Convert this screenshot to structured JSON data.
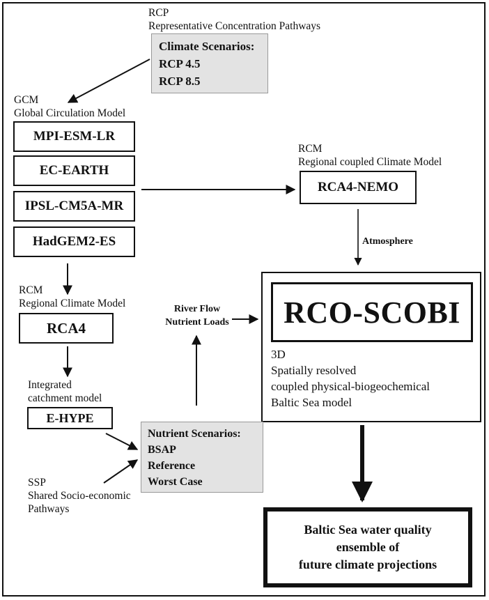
{
  "rcp": {
    "abbr": "RCP",
    "full": "Representative Concentration Pathways"
  },
  "climate_scenarios": {
    "title": "Climate Scenarios:",
    "items": [
      "RCP 4.5",
      "RCP 8.5"
    ]
  },
  "gcm": {
    "abbr": "GCM",
    "full": "Global Circulation Model",
    "models": [
      "MPI-ESM-LR",
      "EC-EARTH",
      "IPSL-CM5A-MR",
      "HadGEM2-ES"
    ]
  },
  "rcm_coupled": {
    "abbr": "RCM",
    "full": "Regional coupled Climate Model",
    "model": "RCA4-NEMO"
  },
  "atmosphere_label": "Atmosphere",
  "rcm_regional": {
    "abbr": "RCM",
    "full": "Regional Climate Model",
    "model": "RCA4"
  },
  "river_flow": {
    "line1": "River Flow",
    "line2": "Nutrient Loads"
  },
  "rco_scobi": {
    "name": "RCO-SCOBI",
    "desc": [
      "3D",
      "Spatially resolved",
      "coupled physical-biogeochemical",
      "Baltic Sea model"
    ]
  },
  "catchment": {
    "line1": "Integrated",
    "line2": "catchment model",
    "model": "E-HYPE"
  },
  "nutrient_scenarios": {
    "title": "Nutrient Scenarios:",
    "items": [
      "BSAP",
      "Reference",
      "Worst Case"
    ]
  },
  "ssp": {
    "abbr": "SSP",
    "line1": "Shared Socio-economic",
    "line2": "Pathways"
  },
  "output": {
    "lines": [
      "Baltic Sea water quality",
      "ensemble of",
      "future climate projections"
    ]
  }
}
